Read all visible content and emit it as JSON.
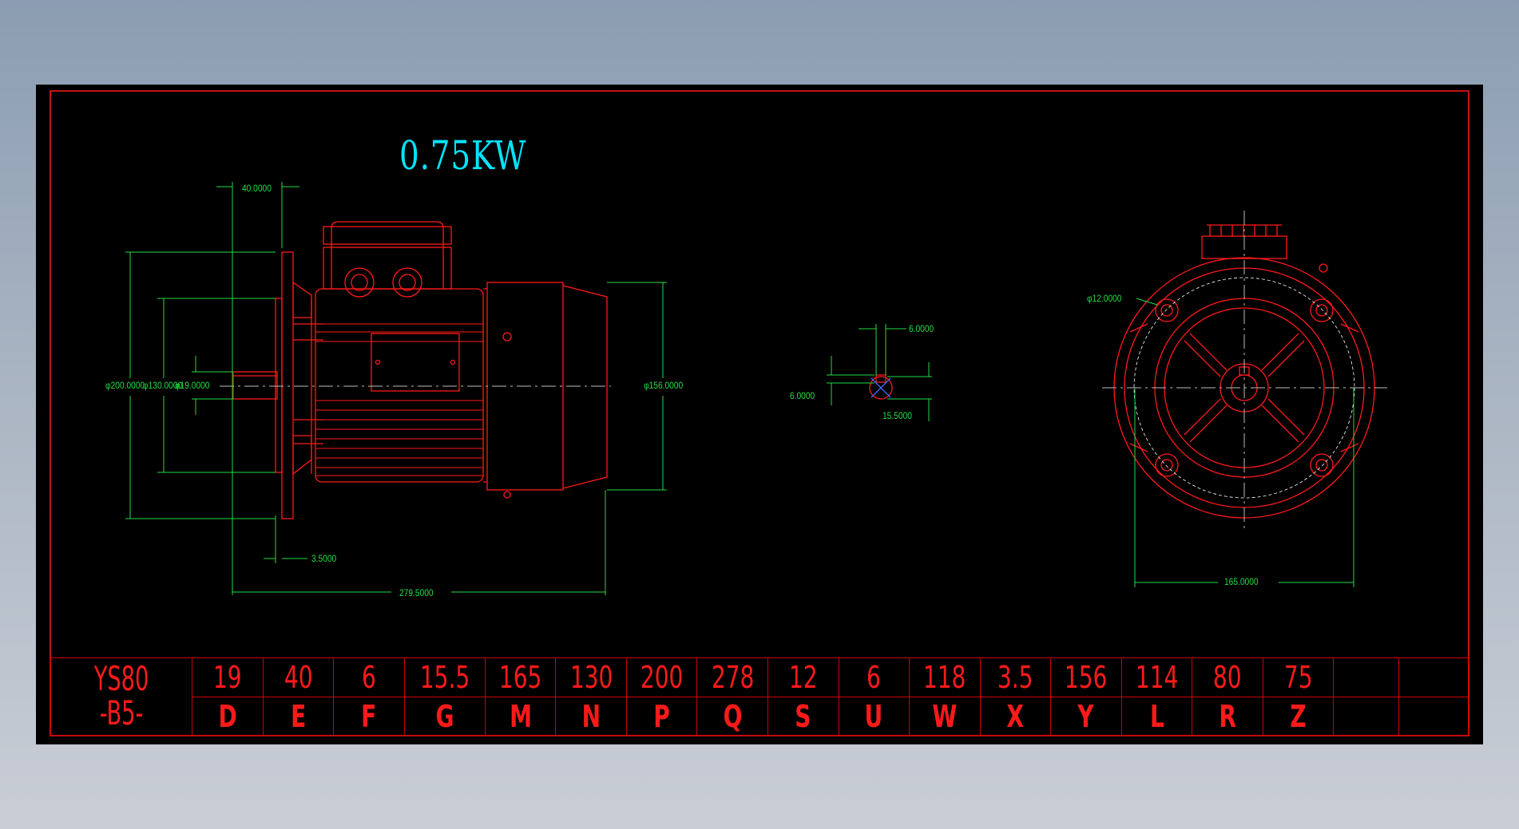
{
  "drawing": {
    "power_label": "0.75KW",
    "dimensions": {
      "flange_offset": "40.0000",
      "dia_200": "φ200.0000",
      "dia_130": "φ130.0000",
      "dia_19": "φ19.0000",
      "dia_156": "φ156.0000",
      "spigot": "3.5000",
      "total_length": "279.5000",
      "key_width": "6.0000",
      "key_depth": "6.0000",
      "key_height": "15.5000",
      "hole_dia": "φ12.0000",
      "foot_span": "165.0000"
    }
  },
  "spec_table": {
    "model_line1": "YS80",
    "model_line2": "-B5-",
    "values": [
      "19",
      "40",
      "6",
      "15.5",
      "165",
      "130",
      "200",
      "278",
      "12",
      "6",
      "118",
      "3.5",
      "156",
      "114",
      "80",
      "75",
      "",
      ""
    ],
    "letters": [
      "D",
      "E",
      "F",
      "G",
      "M",
      "N",
      "P",
      "Q",
      "S",
      "U",
      "W",
      "X",
      "Y",
      "L",
      "R",
      "Z",
      "",
      ""
    ]
  },
  "colors": {
    "outline": "#ff1a1a",
    "dimension": "#22dd44",
    "title": "#00e5ff",
    "background": "#000000"
  }
}
